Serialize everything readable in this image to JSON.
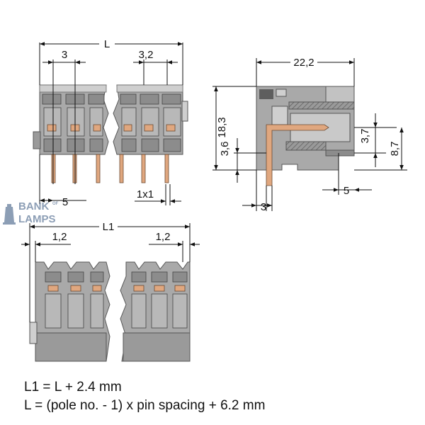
{
  "dimensions": {
    "L": "L",
    "pitch_3": "3",
    "pitch_3_2": "3,2",
    "pin_offset_5": "5",
    "pin_1x1": "1x1",
    "depth_22_2": "22,2",
    "height_18_3": "18,3",
    "height_3_6": "3,6",
    "height_3_7": "3,7",
    "height_8_7": "8,7",
    "side_5": "5",
    "side_3": "3",
    "L1": "L1",
    "offset_1_2_left": "1,2",
    "offset_1_2_right": "1,2"
  },
  "formulas": {
    "l1": "L1 = L + 2.4 mm",
    "l": "L = (pole no. - 1) x pin spacing + 6.2 mm"
  },
  "watermark": {
    "line1": "BANK",
    "superscript": "OF",
    "line2": "LAMPS"
  },
  "colors": {
    "housing": "#a9a9a9",
    "housing_dark": "#8c8c8c",
    "housing_light": "#cfcfcf",
    "pin": "#e0a77f",
    "line": "#111111"
  }
}
